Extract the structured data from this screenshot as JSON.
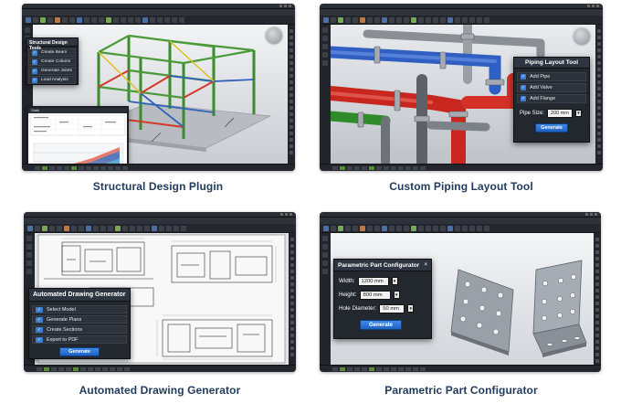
{
  "captions": {
    "structural": "Structural Design Plugin",
    "piping": "Custom Piping Layout Tool",
    "drawing": "Automated Drawing Generator",
    "parametric": "Parametric Part Configurator"
  },
  "structural": {
    "panel_title": "Structural Design Tools",
    "options": [
      "Create Beam",
      "Create Column",
      "Generate Joints",
      "Load Analysis"
    ],
    "stats_title": "Stats"
  },
  "piping": {
    "panel_title": "Piping Layout Tool",
    "options": [
      "Add Pipe",
      "Add Valve",
      "Add Flange"
    ],
    "pipe_size_label": "Pipe Size:",
    "pipe_size_value": "200 mm",
    "generate_label": "Generate"
  },
  "drawing": {
    "panel_title": "Automated Drawing Generator",
    "options": [
      "Select Model",
      "Generate Plans",
      "Create Sections",
      "Export to PDF"
    ],
    "generate_label": "Generate"
  },
  "parametric": {
    "panel_title": "Parametric Part Configurator",
    "width_label": "Width:",
    "width_value": "1200 mm",
    "height_label": "Height:",
    "height_value": "800 mm",
    "hole_label": "Hole Diameter:",
    "hole_value": "50 mm",
    "generate_label": "Generate"
  },
  "colors": {
    "caption": "#1f3a5a",
    "accent_blue": "#2f7ad8",
    "app_dark": "#1b1e24"
  },
  "icons": {
    "check": "✓",
    "close": "×",
    "dropdown": "▾"
  }
}
